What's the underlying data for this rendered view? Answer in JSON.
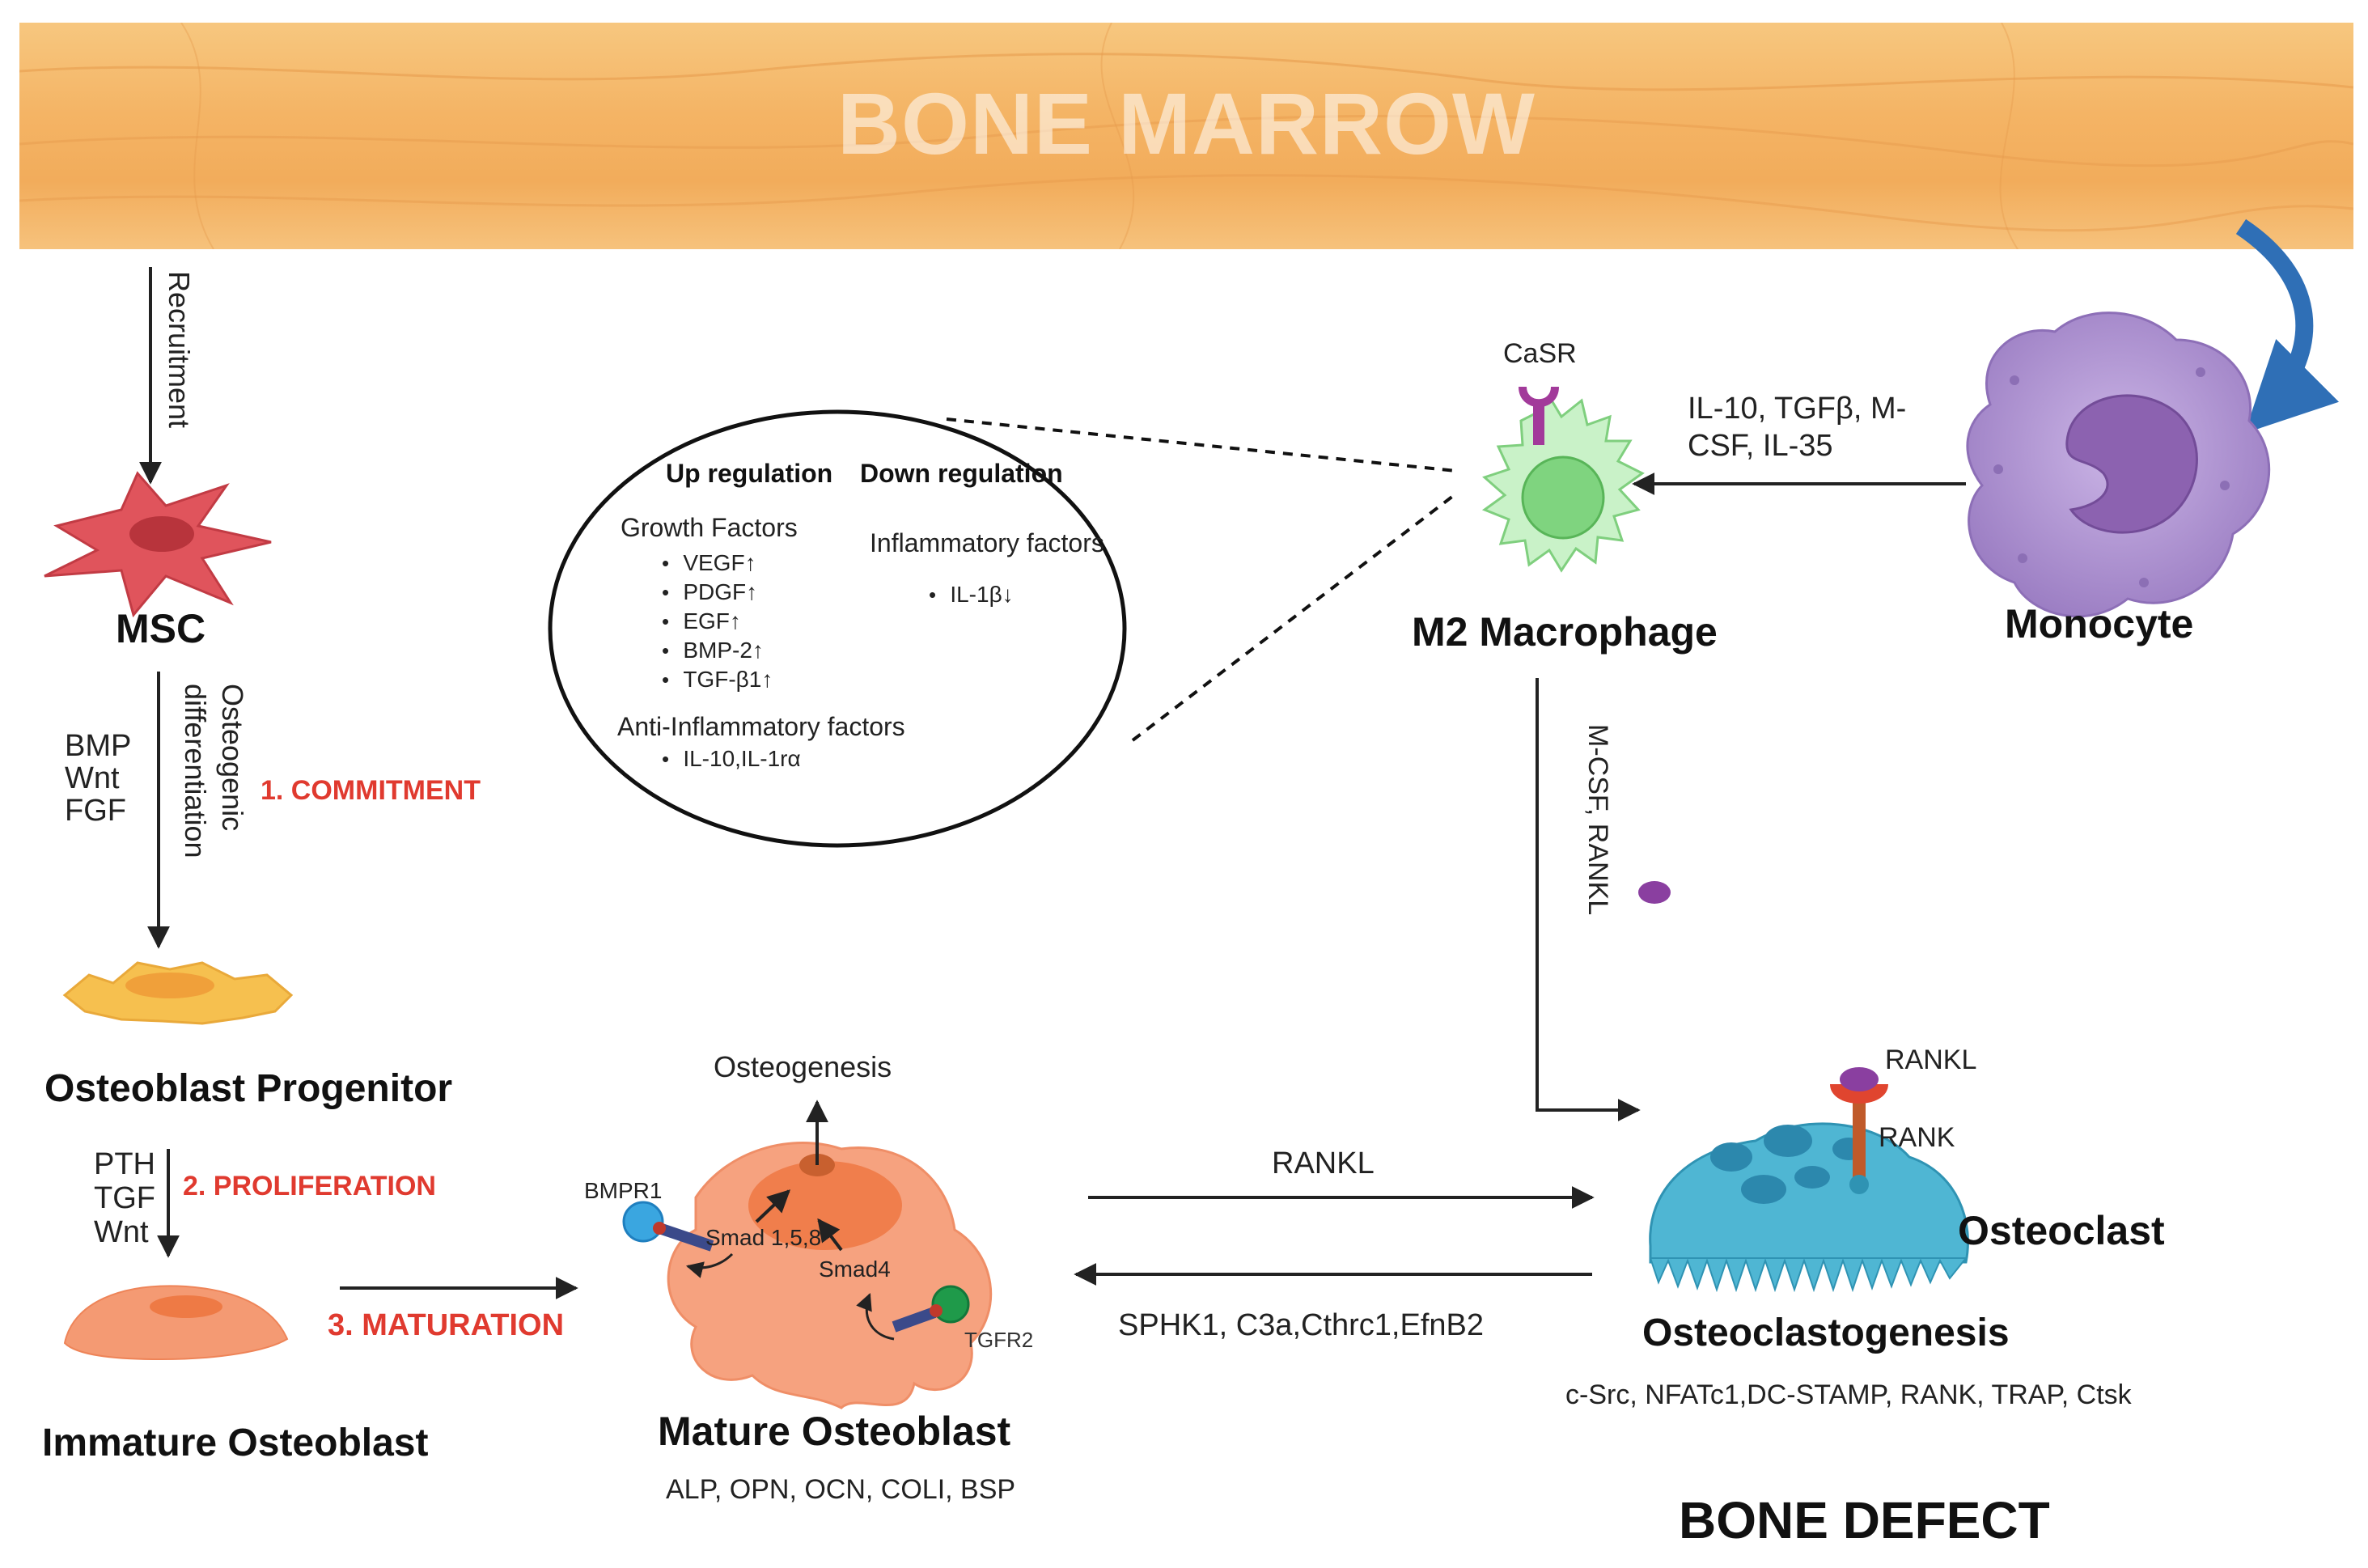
{
  "banner": {
    "title": "BONE MARROW"
  },
  "left": {
    "recruitment": "Recruitment",
    "msc": "MSC",
    "osteogenic": "Osteogenic",
    "differentiation": "differentiation",
    "factors1": [
      "BMP",
      "Wnt",
      "FGF"
    ],
    "step1": "1.  COMMITMENT",
    "progenitor": "Osteoblast Progenitor",
    "factors2": [
      "PTH",
      "TGF",
      "Wnt"
    ],
    "step2": "2. PROLIFERATION",
    "immature": "Immature Osteoblast",
    "step3": "3. MATURATION"
  },
  "ellipse": {
    "up_header": "Up regulation",
    "down_header": "Down regulation",
    "growth_title": "Growth Factors",
    "growth_items": [
      "VEGF↑",
      "PDGF↑",
      "EGF↑",
      "BMP-2↑",
      "TGF-β1↑"
    ],
    "inflam_title": "Inflammatory factors",
    "inflam_items": [
      "IL-1β↓"
    ],
    "anti_title": "Anti-Inflammatory factors",
    "anti_items": [
      "IL-10,IL-1rα"
    ]
  },
  "macrophage": {
    "casr": "CaSR",
    "name": "M2 Macrophage",
    "signals_line1": "IL-10, TGFβ, M-",
    "signals_line2": "CSF, IL-35",
    "down_signal": "M-CSF, RANKL"
  },
  "monocyte": {
    "name": "Monocyte"
  },
  "mature": {
    "osteogenesis": "Osteogenesis",
    "bmpr1": "BMPR1",
    "smad158": "Smad 1,5,8",
    "smad4": "Smad4",
    "tgfr2": "TGFR2",
    "name": "Mature Osteoblast",
    "markers": "ALP, OPN, OCN, COLI, BSP"
  },
  "middle": {
    "rankl": "RANKL",
    "feedback": "SPHK1, C3a,Cthrc1,EfnB2"
  },
  "osteoclast": {
    "rankl": "RANKL",
    "rank": "RANK",
    "name": "Osteoclast",
    "process": "Osteoclastogenesis",
    "markers": "c-Src, NFATc1,DC-STAMP, RANK, TRAP, Ctsk"
  },
  "footer": {
    "bone_defect": "BONE DEFECT"
  },
  "colors": {
    "banner": "#f4b465",
    "msc": "#e0545c",
    "progenitor": "#f6c04f",
    "immature": "#f49a73",
    "mature": "#f6a27f",
    "macrophage": "#bfeebf",
    "monocyte": "#b79ad6",
    "osteoclast": "#4fb6d3",
    "step_red": "#e03a2f",
    "arrow_blue": "#2f6fb6"
  }
}
